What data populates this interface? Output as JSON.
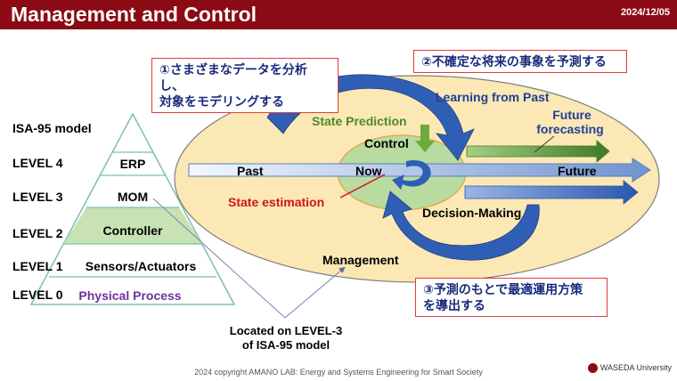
{
  "header": {
    "title": "Management and Control",
    "date": "2024/12/05"
  },
  "pyramid": {
    "model_label": "ISA-95 model",
    "levels": [
      {
        "level": "LEVEL 4",
        "tier": "ERP"
      },
      {
        "level": "LEVEL 3",
        "tier": "MOM"
      },
      {
        "level": "LEVEL 2",
        "tier": "Controller"
      },
      {
        "level": "LEVEL 1",
        "tier": "Sensors/Actuators"
      },
      {
        "level": "LEVEL 0",
        "tier": "Physical Process"
      }
    ],
    "located_note_line1": "Located on LEVEL-3",
    "located_note_line2": "of ISA-95 model"
  },
  "callouts": {
    "model_line1": "①さまざまなデータを分析し、",
    "model_line2": "対象をモデリングする",
    "predict": "②不確定な将来の事象を予測する",
    "decide_line1": "③予測のもとで最適運用方策",
    "decide_line2": "を導出する"
  },
  "diagram": {
    "learning": "Learning from Past",
    "future_forecasting_line1": "Future",
    "future_forecasting_line2": "forecasting",
    "state_prediction": "State Prediction",
    "control": "Control",
    "past": "Past",
    "now": "Now",
    "future": "Future",
    "state_estimation": "State estimation",
    "decision_making": "Decision-Making",
    "management": "Management"
  },
  "footer": {
    "copyright": "2024 copyright AMANO LAB: Energy and Systems Engineering for Smart Society",
    "university": "WASEDA University"
  },
  "colors": {
    "title_bar": "#8b0a14",
    "ellipse_fill": "#fbe8b4",
    "inner_ellipse_fill": "#b8dba0",
    "controller_band": "#c8e2b3",
    "blue_arrow": "#2f5fb5",
    "green_arrow": "#4d8a2a",
    "callout_border": "#e23c3c",
    "state_prediction_text": "#4d8a2a",
    "state_estimation_text": "#d01515",
    "physical_process_text": "#7030a0"
  }
}
